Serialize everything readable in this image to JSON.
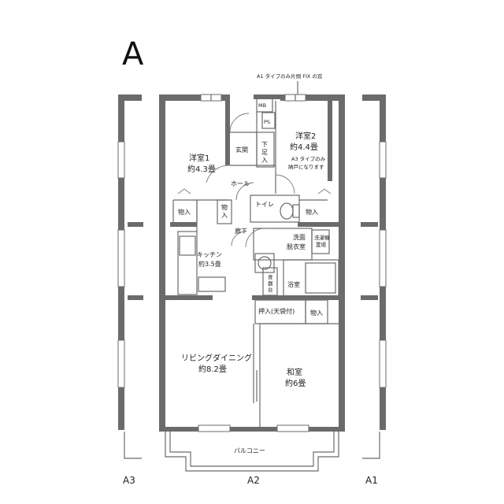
{
  "plan_letter": "A",
  "note_top": "A1 タイプのみ片側 FIX の窓",
  "rooms": {
    "western1": {
      "name": "洋室1",
      "size": "約4.3畳"
    },
    "western2": {
      "name": "洋室2",
      "size": "約4.4畳",
      "note1": "A3 タイプのみ",
      "note2": "納戸になります"
    },
    "entrance": "玄関",
    "shoe_box": [
      "下",
      "足",
      "入"
    ],
    "hall": "ホール",
    "toilet": "トイレ",
    "storage_left": "物入",
    "storage_right": "物入",
    "storage_small": [
      "物",
      "入"
    ],
    "corridor": "廊下",
    "washroom": [
      "洗面",
      "脱衣室"
    ],
    "washer": [
      "洗濯機",
      "置場"
    ],
    "kitchen": {
      "name": "キッチン",
      "size": "約3.5畳"
    },
    "cupboard": [
      "食",
      "器",
      "台"
    ],
    "bath": "浴室",
    "closet": "押入(天袋付)",
    "storage_lower": "物入",
    "living": {
      "name": "リビングダイニング",
      "size": "約8.2畳"
    },
    "japanese": {
      "name": "和室",
      "size": "約6畳"
    },
    "balcony": "バルコニー"
  },
  "equipment": {
    "mb": "MB",
    "ps": "PS"
  },
  "unit_labels": [
    "A3",
    "A2",
    "A1"
  ]
}
